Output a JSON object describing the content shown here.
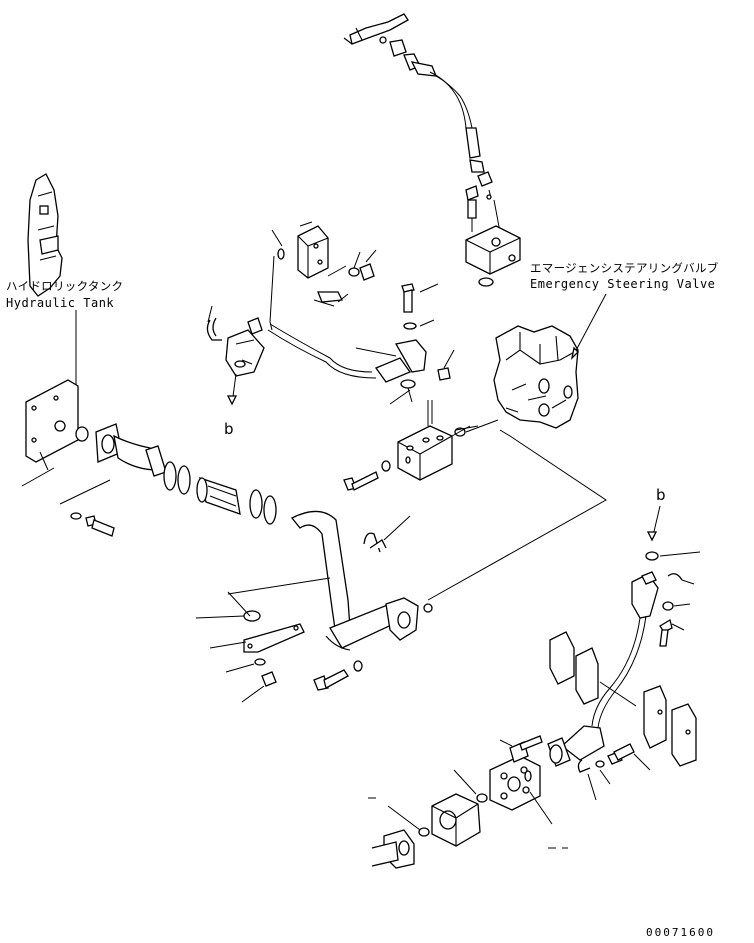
{
  "labels": {
    "hydraulic_tank_jp": "ハイドロリックタンク",
    "hydraulic_tank_en": "Hydraulic Tank",
    "emergency_valve_jp": "エマージェンシステアリングバルブ",
    "emergency_valve_en": "Emergency Steering Valve",
    "callout_top": "b",
    "callout_right": "b"
  },
  "drawing_number": "00071600"
}
